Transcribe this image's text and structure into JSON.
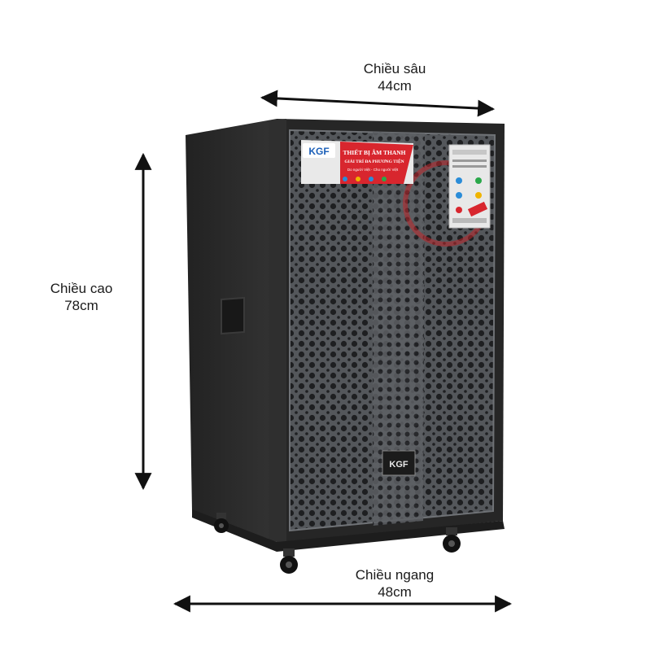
{
  "dimensions": {
    "depth": {
      "label": "Chiều sâu",
      "value": "44cm"
    },
    "height": {
      "label": "Chiều cao",
      "value": "78cm"
    },
    "width": {
      "label": "Chiều ngang",
      "value": "48cm"
    }
  },
  "product": {
    "brand_logo": "KGF",
    "sticker_title": "THIẾT BỊ ÂM THANH",
    "sticker_subtitle": "GIẢI TRÍ ĐA PHƯƠNG TIỆN",
    "sticker_tagline": "Do người Việt - Cho người Việt",
    "grille_logo": "KGF"
  },
  "colors": {
    "cabinet": "#2b2b2b",
    "grille": "#5a5c5f",
    "sticker_red": "#d8262e",
    "arrow": "#111111"
  }
}
